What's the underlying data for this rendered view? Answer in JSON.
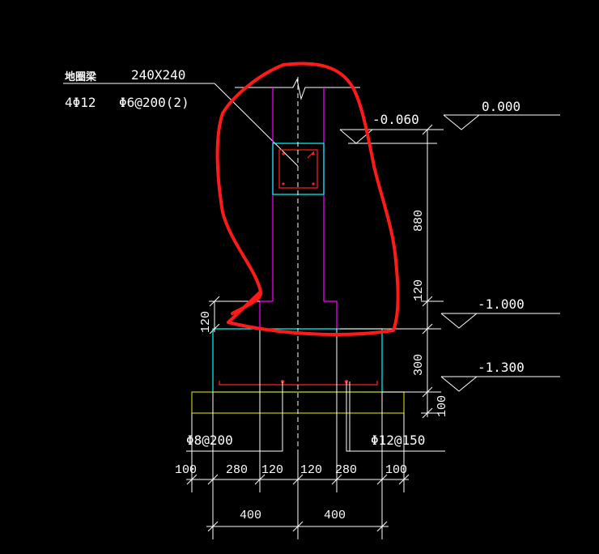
{
  "beam_note": {
    "name": "地圈梁",
    "size": "240X240",
    "main_bar": "4Φ12",
    "stirrup": "Φ6@200(2)"
  },
  "elevations": [
    "0.000",
    "-0.060",
    "-1.000",
    "-1.300"
  ],
  "vertical_dims": [
    "880",
    "120",
    "300",
    "100"
  ],
  "left_step_dim": "120",
  "rebar_labels": {
    "bottom_left": "Φ8@200",
    "bottom_right": "Φ12@150"
  },
  "bottom_dims_row1": [
    "100",
    "280",
    "120",
    "120",
    "280",
    "100"
  ],
  "bottom_dims_row2": [
    "400",
    "400"
  ],
  "colors": {
    "background": "#000000",
    "wall_outline": "#ff00ff",
    "beam_outline": "#00ffff",
    "rebar": "#ff2020",
    "cushion": "#c8c800",
    "annotation_markup": "#ff1a1a",
    "dimension": "#ffffff"
  }
}
